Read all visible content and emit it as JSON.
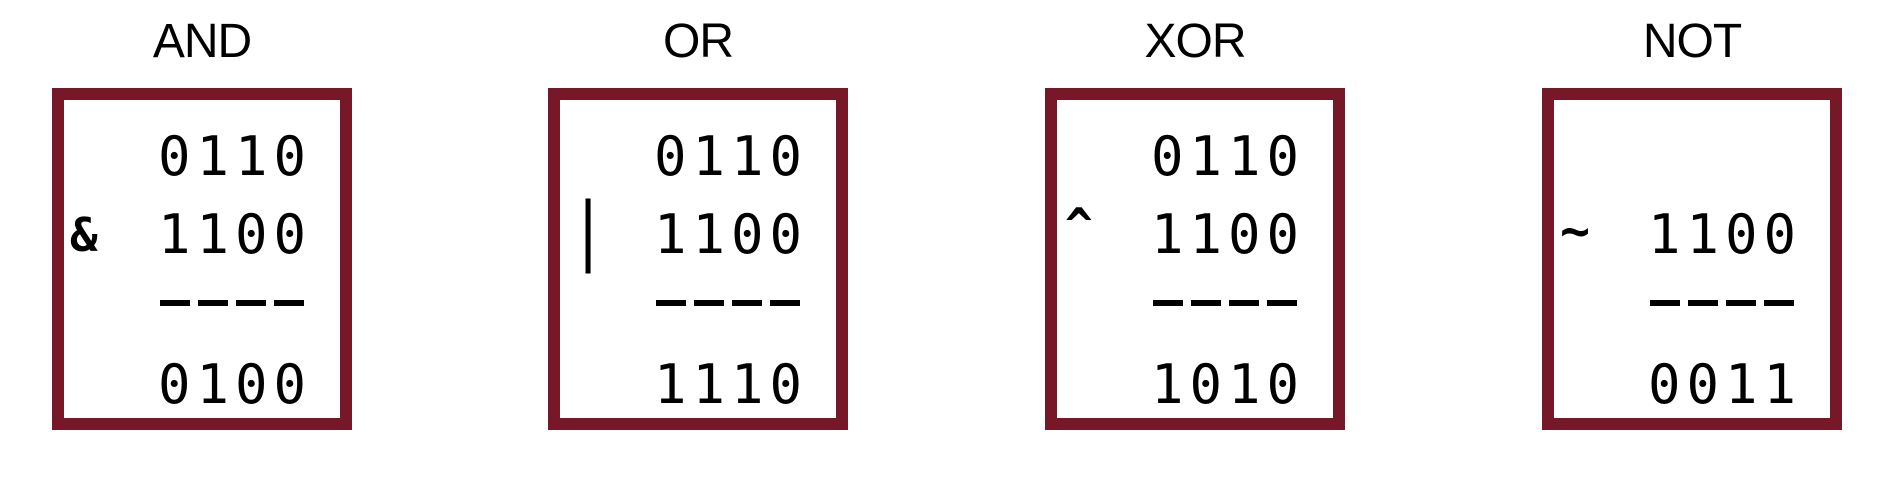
{
  "accent_color": "#771828",
  "panels": [
    {
      "title": "AND",
      "operator": "&",
      "operand1": "0110",
      "operand2": "1100",
      "divider": "----",
      "result": "0100"
    },
    {
      "title": "OR",
      "operator": "|",
      "operand1": "0110",
      "operand2": "1100",
      "divider": "----",
      "result": "1110"
    },
    {
      "title": "XOR",
      "operator": "^",
      "operand1": "0110",
      "operand2": "1100",
      "divider": "----",
      "result": "1010"
    },
    {
      "title": "NOT",
      "operator": "~",
      "operand1": "",
      "operand2": "1100",
      "divider": "----",
      "result": "0011"
    }
  ]
}
